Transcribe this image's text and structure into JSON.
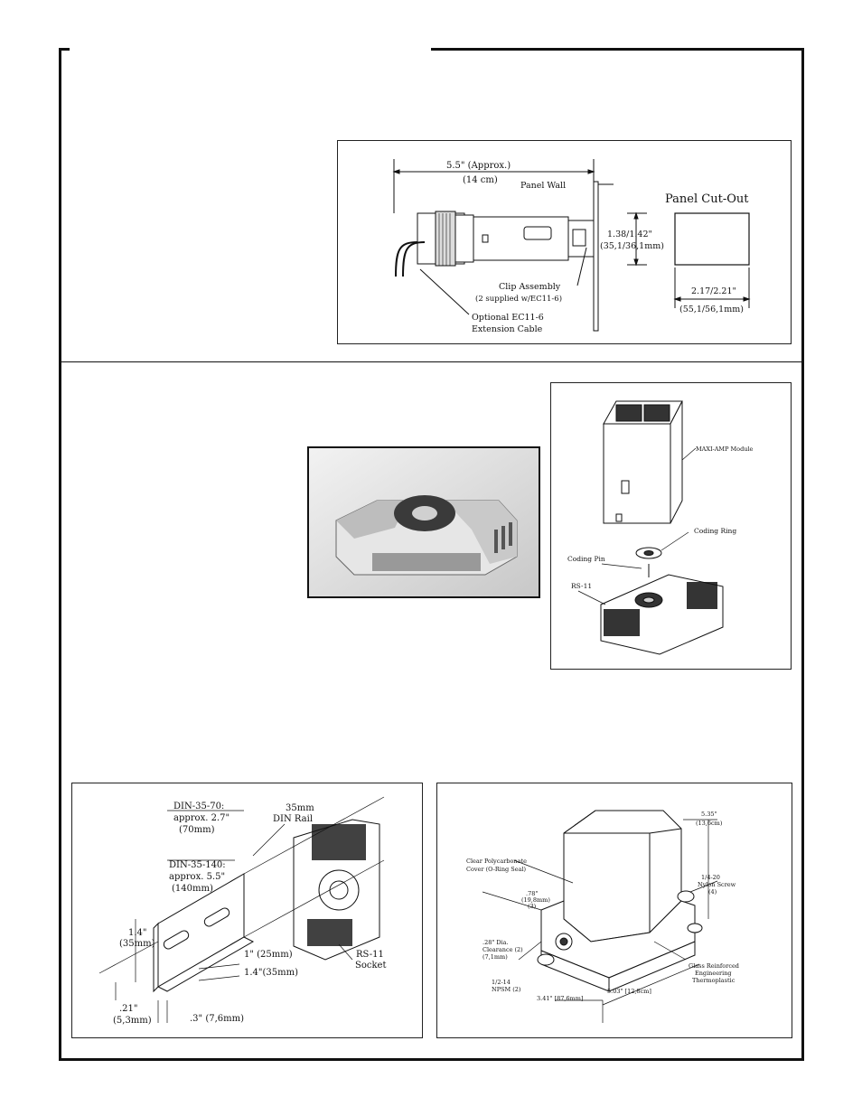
{
  "panel_mount": {
    "dim_length": "5.5\" (Approx.)",
    "dim_length_cm": "(14 cm)",
    "panel_wall": "Panel Wall",
    "cutout_title": "Panel Cut-Out",
    "height_in": "1.38/1.42\"",
    "height_mm": "(35,1/36,1mm)",
    "clip_assembly": "Clip Assembly",
    "clip_note": "(2 supplied w/EC11-6)",
    "cable_label_1": "Optional EC11-6",
    "cable_label_2": "Extension Cable",
    "width_in": "2.17/2.21\"",
    "width_mm": "(55,1/56,1mm)"
  },
  "module_assembly": {
    "module_label": "MAXI-AMP Module",
    "coding_ring": "Coding Ring",
    "coding_pin": "Coding Pin",
    "socket": "RS-11"
  },
  "din_rail": {
    "din70_1": "DIN-35-70:",
    "din70_2": "approx. 2.7\"",
    "din70_3": "(70mm)",
    "rail_1": "35mm",
    "rail_2": "DIN Rail",
    "din140_1": "DIN-35-140:",
    "din140_2": "approx. 5.5\"",
    "din140_3": "(140mm)",
    "h_in": "1.4\"",
    "h_mm": "(35mm)",
    "d1": "1\" (25mm)",
    "d2": "1.4\"(35mm)",
    "socket_1": "RS-11",
    "socket_2": "Socket",
    "t_in": ".21\"",
    "t_mm": "(5,3mm)",
    "w3": ".3\" (7,6mm)"
  },
  "enclosure": {
    "cover_1": "Clear Polycarbonate",
    "cover_2": "Cover (O-Ring Seal)",
    "h_in": "5.35\"",
    "h_cm": "(13,6cm)",
    "screw_1": "1/4-20",
    "screw_2": "Nylon Screw",
    "screw_3": "(4)",
    "d78_1": ".78\"",
    "d78_2": "(19,8mm)",
    "d78_3": "(3)",
    "hole_1": ".28\" Dia.",
    "hole_2": "Clearance (2)",
    "hole_3": "(7,1mm)",
    "npsm_1": "1/2-14",
    "npsm_2": "NPSM (2)",
    "w_short": "3.41\" [87,6mm]",
    "w_long": "5.03\" [12,8cm]",
    "base_1": "Glass Reinforced",
    "base_2": "Engineering",
    "base_3": "Thermoplastic"
  }
}
